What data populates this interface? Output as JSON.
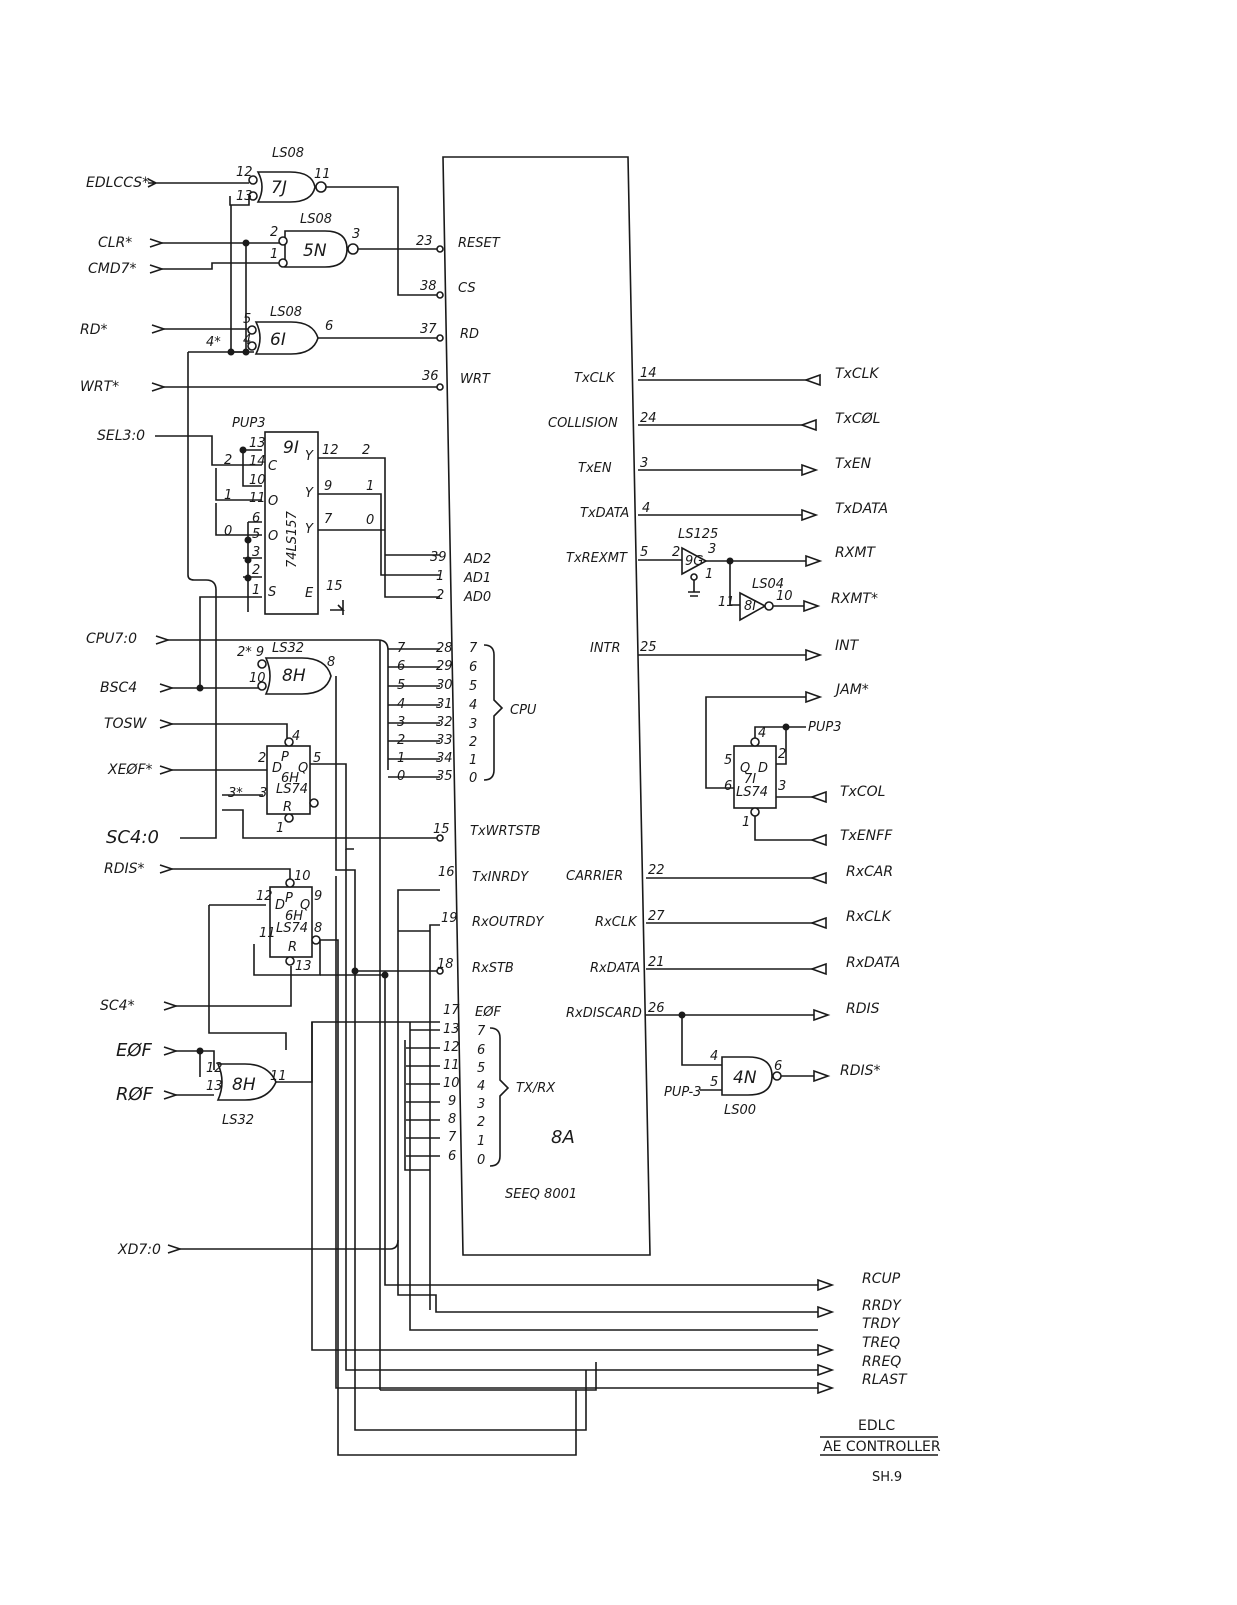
{
  "main_chip": {
    "ref": "8A",
    "part": "SEEQ 8001"
  },
  "left_inputs": [
    {
      "name": "EDLCCS*",
      "label": "EDLCCS*"
    },
    {
      "name": "CLR*",
      "label": "CLR*"
    },
    {
      "name": "CMD7*",
      "label": "CMD7*"
    },
    {
      "name": "RD*",
      "label": "RD*"
    },
    {
      "name": "WRT*",
      "label": "WRT*"
    },
    {
      "name": "SEL3:0",
      "label": "SEL3:0"
    },
    {
      "name": "CPU7:0",
      "label": "CPU7:0"
    },
    {
      "name": "BSC4",
      "label": "BSC4"
    },
    {
      "name": "TOSW",
      "label": "TOSW"
    },
    {
      "name": "XEOF",
      "label": "XEØF*"
    },
    {
      "name": "SC4:0",
      "label": "SC4:0"
    },
    {
      "name": "RDIS",
      "label": "RDIS*"
    },
    {
      "name": "SC4",
      "label": "SC4*"
    },
    {
      "name": "EOF",
      "label": "EØF"
    },
    {
      "name": "ROF",
      "label": "RØF"
    },
    {
      "name": "XD7:0",
      "label": "XD7:0"
    }
  ],
  "chip_left_pins": [
    {
      "num": "23",
      "name": "RESET"
    },
    {
      "num": "38",
      "name": "CS"
    },
    {
      "num": "37",
      "name": "RD"
    },
    {
      "num": "36",
      "name": "WRT"
    },
    {
      "num": "39",
      "name": "AD2"
    },
    {
      "num": "1",
      "name": "AD1"
    },
    {
      "num": "2",
      "name": "AD0"
    },
    {
      "num": "15",
      "name": "TxWRTSTB"
    },
    {
      "num": "16",
      "name": "TxINRDY"
    },
    {
      "num": "19",
      "name": "RxOUTRDY"
    },
    {
      "num": "18",
      "name": "RxSTB"
    },
    {
      "num": "17",
      "name": "EØF"
    }
  ],
  "cpu_bus": {
    "label": "CPU",
    "pins": [
      "28",
      "29",
      "30",
      "31",
      "32",
      "33",
      "34",
      "35"
    ],
    "bits": [
      "7",
      "6",
      "5",
      "4",
      "3",
      "2",
      "1",
      "0"
    ]
  },
  "txrx_bus": {
    "label": "TX/RX",
    "pins": [
      "13",
      "12",
      "11",
      "10",
      "9",
      "8",
      "7",
      "6"
    ],
    "bits": [
      "7",
      "6",
      "5",
      "4",
      "3",
      "2",
      "1",
      "0"
    ]
  },
  "chip_right_pins": [
    {
      "num": "14",
      "name": "TxCLK",
      "out": "TxCLK"
    },
    {
      "num": "24",
      "name": "COLLISION",
      "out": "TxCØL"
    },
    {
      "num": "3",
      "name": "TxEN",
      "out": "TxEN"
    },
    {
      "num": "4",
      "name": "TxDATA",
      "out": "TxDATA"
    },
    {
      "num": "5",
      "name": "TxREXMT",
      "out": "RXMT"
    },
    {
      "num": "25",
      "name": "INTR",
      "out": "INT"
    },
    {
      "num": "22",
      "name": "CARRIER",
      "out": "RxCAR"
    },
    {
      "num": "27",
      "name": "RxCLK",
      "out": "RxCLK"
    },
    {
      "num": "21",
      "name": "RxDATA",
      "out": "RxDATA"
    },
    {
      "num": "26",
      "name": "RxDISCARD",
      "out": "RDIS"
    }
  ],
  "right_extra": {
    "rxmt_n": "RXMT*",
    "jam": "JAM*",
    "txcol": "TxCOL",
    "txenff": "TxENFF",
    "rdis_n": "RDIS*",
    "pup3": "PUP3",
    "pup3b": "PUP-3"
  },
  "bottom_outputs": [
    "RCUP",
    "RRDY",
    "TRDY",
    "TREQ",
    "RREQ",
    "RLAST"
  ],
  "gates": {
    "g7j": {
      "type": "LS08",
      "ref": "7J"
    },
    "g5n": {
      "type": "LS08",
      "ref": "5N"
    },
    "g6i": {
      "type": "LS08",
      "ref": "6I"
    },
    "mux9i": {
      "type": "74LS157",
      "ref": "9I"
    },
    "g8h_a": {
      "type": "LS32",
      "ref": "8H"
    },
    "ff6h_a": {
      "type": "LS74",
      "ref": "6H"
    },
    "ff6h_b": {
      "type": "LS74",
      "ref": "6H"
    },
    "g8h_b": {
      "type": "LS32",
      "ref": "8H"
    },
    "buf9g": {
      "type": "LS125",
      "ref": "9G"
    },
    "inv8i": {
      "type": "LS04",
      "ref": "8I"
    },
    "ff7i": {
      "type": "LS74",
      "ref": "7I"
    },
    "g4n": {
      "type": "LS00",
      "ref": "4N"
    }
  },
  "title_block": {
    "line1": "EDLC",
    "line2": "AE CONTROLLER",
    "sheet": "SH.9"
  }
}
